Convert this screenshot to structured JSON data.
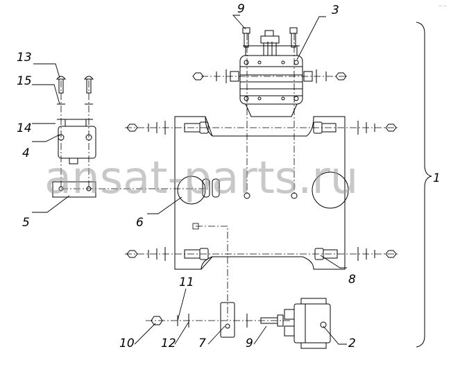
{
  "watermark": "ansat-parts.ru",
  "corner_mark": "— —",
  "callouts": {
    "c1": "1",
    "c2": "2",
    "c3": "3",
    "c4": "4",
    "c5": "5",
    "c6": "6",
    "c7": "7",
    "c8": "8",
    "c9_top": "9",
    "c9_bottom": "9",
    "c10": "10",
    "c11": "11",
    "c12": "12",
    "c13": "13",
    "c14": "14",
    "c15": "15"
  },
  "colors": {
    "line": "#000000",
    "watermark": "#9a9a9a"
  }
}
